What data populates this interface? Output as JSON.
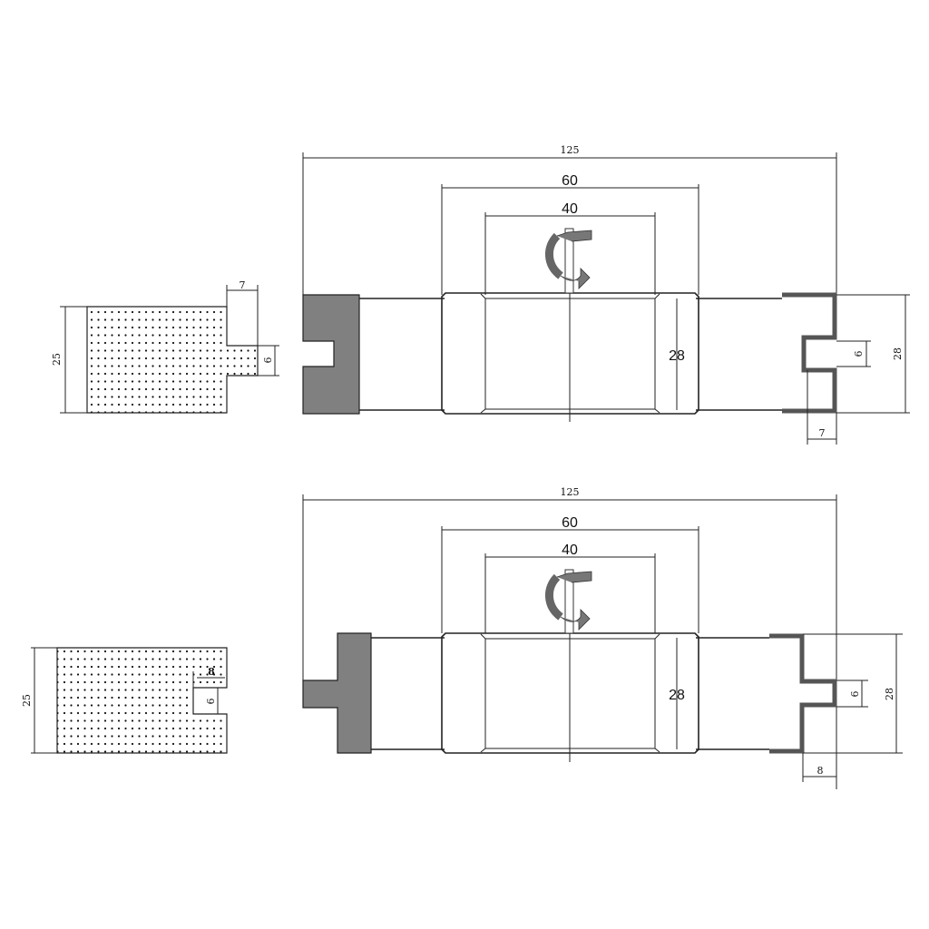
{
  "colors": {
    "profile_fill": "#808080",
    "line": "#222222",
    "background": "#ffffff"
  },
  "top_drawing": {
    "overall_width": "125",
    "outer_width": "60",
    "inner_width": "40",
    "height_center": "28",
    "height_right": "28",
    "slot_right": "6",
    "depth_right": "7",
    "sample": {
      "height": "25",
      "tab_width": "7",
      "tab_height": "6"
    },
    "rotation_icon": "rotation-arrow-icon"
  },
  "bottom_drawing": {
    "overall_width": "125",
    "outer_width": "60",
    "inner_width": "40",
    "height_center": "28",
    "height_right": "28",
    "slot_right": "6",
    "depth_right": "8",
    "sample": {
      "height": "25",
      "slot_depth": "8",
      "slot_height": "6"
    },
    "rotation_icon": "rotation-arrow-icon"
  }
}
